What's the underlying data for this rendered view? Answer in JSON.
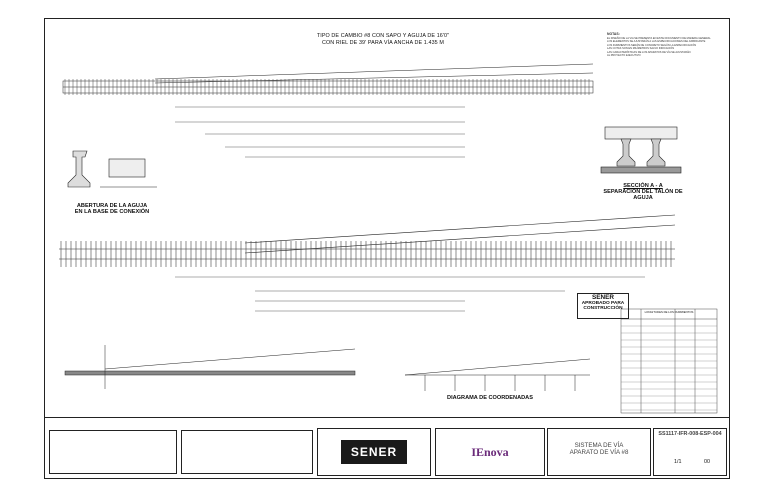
{
  "drawing": {
    "title_line1": "TIPO DE CAMBIO #8 CON SAPO Y AGUJA DE 16'0\"",
    "title_line2": "CON RIEL DE 39' PARA VÍA ANCHA DE 1.435 M",
    "notes_heading": "NOTAS:",
    "notes_text": [
      "EL DISEÑO DE LA VIA SE PRESENTA EN ESTE DOCUMENTO DE MANERA GENERAL",
      "LOS ELEMENTOS SE AJUSTARÁN A LAS ESPECIFICACIONES DEL FABRICANTE",
      "LOS DURMIENTOS SERÁN DE CONCRETO SEGÚN LA ESPECIFICACIÓN",
      "LAS COTAS SON EN MILÍMETROS SALVO INDICACIÓN",
      "LAS CARACTERÍSTICAS DE LOS APARATOS DE VÍA SE AJUSTARÁN",
      "AL PROYECTO EJECUTIVO"
    ],
    "section_caption_1": "SECCIÓN A - A",
    "section_caption_2": "SEPARACIÓN DEL TALÓN DE AGUJA",
    "left_caption_1": "ABERTURA DE LA AGUJA",
    "left_caption_2": "EN LA BASE DE CONEXIÓN",
    "coords_caption": "DIAGRAMA DE COORDENADAS",
    "stamp_brand": "SENER",
    "stamp_line1": "APROBADO PARA",
    "stamp_line2": "CONSTRUCCIÓN",
    "table_title": "LONGITUDES DE LOS DURMIENTOS"
  },
  "title_block": {
    "sener_logo": "SENER",
    "ienova_logo": "IEnova",
    "project_name_1": "SISTEMA DE VÍA",
    "project_name_2": "APARATO DE VÍA #8",
    "doc_number": "SS1117-IFR-008-ESP-004",
    "sheet": "1/1",
    "revision": "00"
  }
}
